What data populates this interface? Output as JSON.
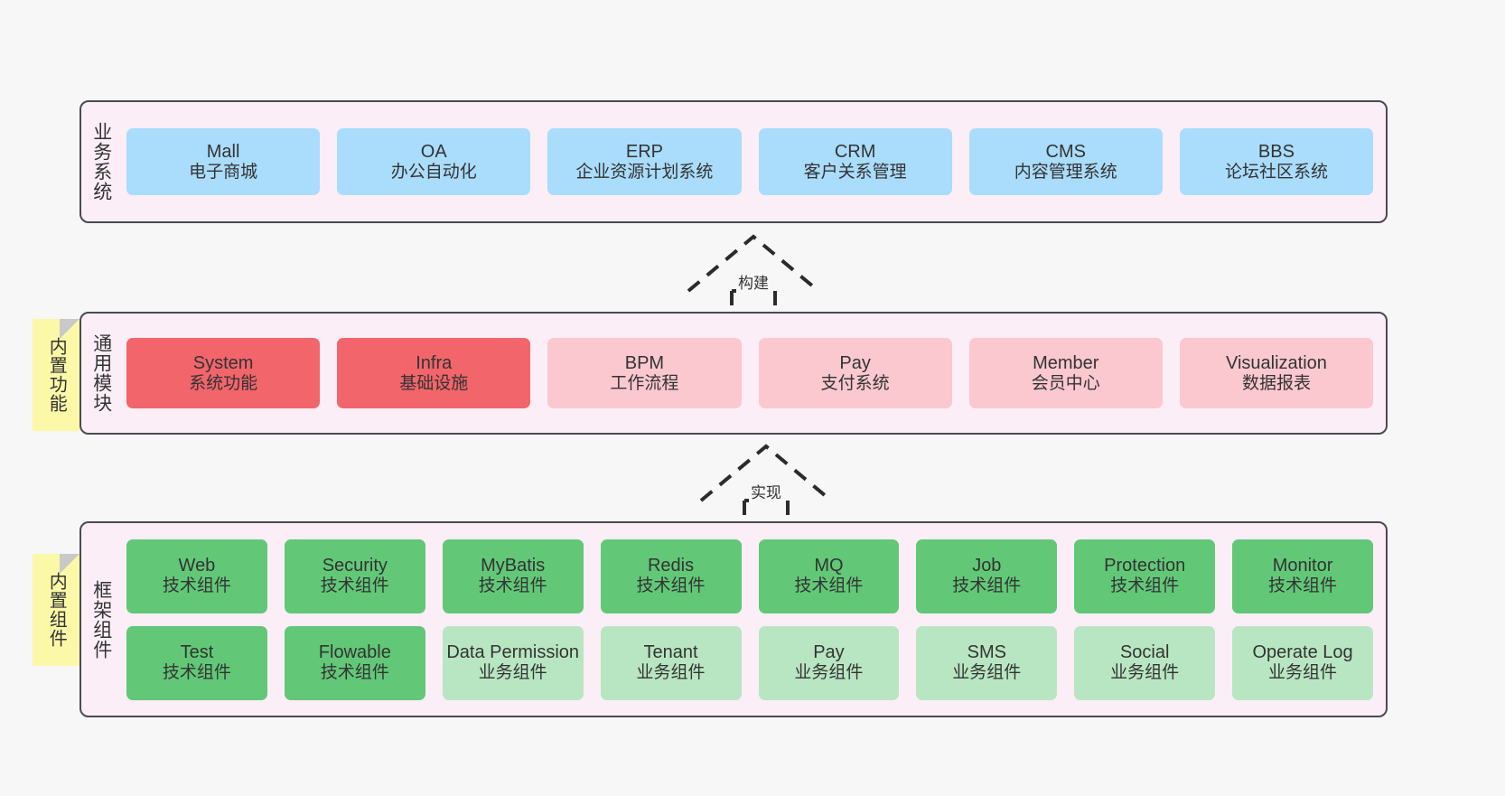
{
  "layers": [
    {
      "id": "business",
      "title": "业务系统",
      "rows": [
        {
          "cards": [
            {
              "name": "Mall",
              "sub": "电子商城",
              "color": "#aadcfb"
            },
            {
              "name": "OA",
              "sub": "办公自动化",
              "color": "#aadcfb"
            },
            {
              "name": "ERP",
              "sub": "企业资源计划系统",
              "color": "#aadcfb"
            },
            {
              "name": "CRM",
              "sub": "客户关系管理",
              "color": "#aadcfb"
            },
            {
              "name": "CMS",
              "sub": "内容管理系统",
              "color": "#aadcfb"
            },
            {
              "name": "BBS",
              "sub": "论坛社区系统",
              "color": "#aadcfb"
            }
          ]
        }
      ]
    },
    {
      "id": "modules",
      "title": "通用模块",
      "note": "内置功能",
      "rows": [
        {
          "cards": [
            {
              "name": "System",
              "sub": "系统功能",
              "color": "#f2656b"
            },
            {
              "name": "Infra",
              "sub": "基础设施",
              "color": "#f2656b"
            },
            {
              "name": "BPM",
              "sub": "工作流程",
              "color": "#fbc8cf"
            },
            {
              "name": "Pay",
              "sub": "支付系统",
              "color": "#fbc8cf"
            },
            {
              "name": "Member",
              "sub": "会员中心",
              "color": "#fbc8cf"
            },
            {
              "name": "Visualization",
              "sub": "数据报表",
              "color": "#fbc8cf"
            }
          ]
        }
      ]
    },
    {
      "id": "framework",
      "title": "框架组件",
      "note": "内置组件",
      "rows": [
        {
          "cards": [
            {
              "name": "Web",
              "sub": "技术组件",
              "color": "#62c878"
            },
            {
              "name": "Security",
              "sub": "技术组件",
              "color": "#62c878"
            },
            {
              "name": "MyBatis",
              "sub": "技术组件",
              "color": "#62c878"
            },
            {
              "name": "Redis",
              "sub": "技术组件",
              "color": "#62c878"
            },
            {
              "name": "MQ",
              "sub": "技术组件",
              "color": "#62c878"
            },
            {
              "name": "Job",
              "sub": "技术组件",
              "color": "#62c878"
            },
            {
              "name": "Protection",
              "sub": "技术组件",
              "color": "#62c878"
            },
            {
              "name": "Monitor",
              "sub": "技术组件",
              "color": "#62c878"
            }
          ]
        },
        {
          "cards": [
            {
              "name": "Test",
              "sub": "技术组件",
              "color": "#62c878"
            },
            {
              "name": "Flowable",
              "sub": "技术组件",
              "color": "#62c878"
            },
            {
              "name": "Data Permission",
              "sub": "业务组件",
              "color": "#b9e6c2"
            },
            {
              "name": "Tenant",
              "sub": "业务组件",
              "color": "#b9e6c2"
            },
            {
              "name": "Pay",
              "sub": "业务组件",
              "color": "#b9e6c2"
            },
            {
              "name": "SMS",
              "sub": "业务组件",
              "color": "#b9e6c2"
            },
            {
              "name": "Social",
              "sub": "业务组件",
              "color": "#b9e6c2"
            },
            {
              "name": "Operate Log",
              "sub": "业务组件",
              "color": "#b9e6c2"
            }
          ]
        }
      ]
    }
  ],
  "connectors": [
    {
      "id": "build",
      "label": "构建"
    },
    {
      "id": "impl",
      "label": "实现"
    }
  ],
  "colors": {
    "canvas": "#f7f7f7",
    "panel_fill": "#fbeef7",
    "panel_border": "#4a4a52",
    "note_fill": "#fbf8a8",
    "note_fold": "#c9c9c9",
    "blue": "#aadcfb",
    "red": "#f2656b",
    "pink": "#fbc8cf",
    "green": "#62c878",
    "light_green": "#b9e6c2",
    "text": "#333333"
  }
}
